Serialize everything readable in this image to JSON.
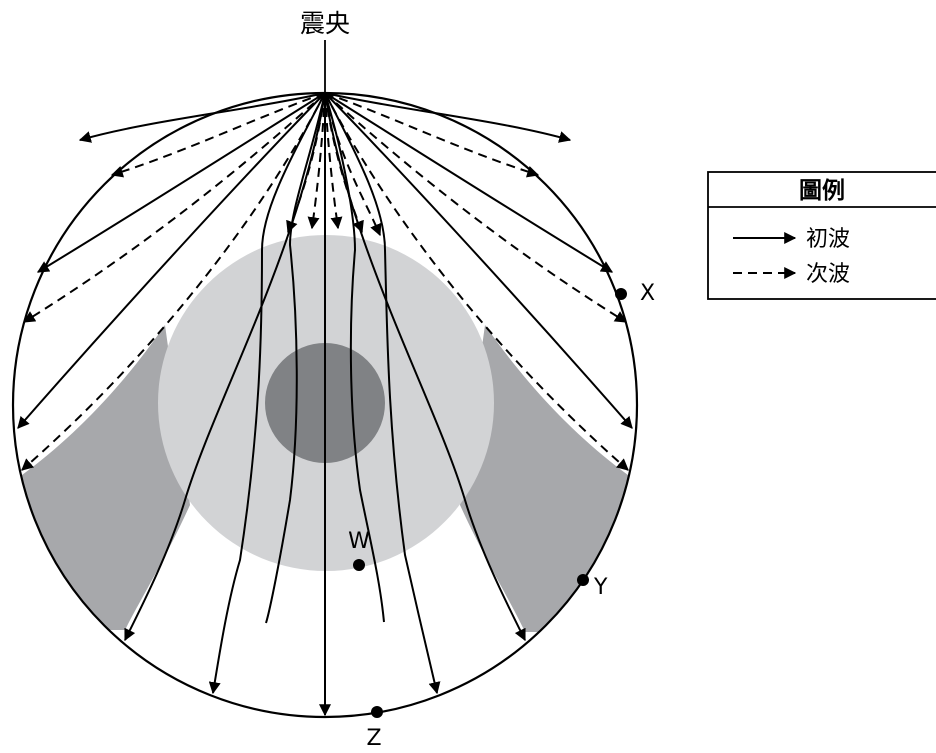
{
  "labels": {
    "epicenter": "震央",
    "x": "X",
    "y": "Y",
    "z": "Z",
    "w": "W"
  },
  "legend": {
    "title": "圖例",
    "primary": "初波",
    "secondary": "次波"
  },
  "colors": {
    "line": "#000000",
    "background": "#ffffff",
    "shadow_zone": "#a7a8ab",
    "outer_core": "#d2d3d5",
    "inner_core": "#808285"
  }
}
